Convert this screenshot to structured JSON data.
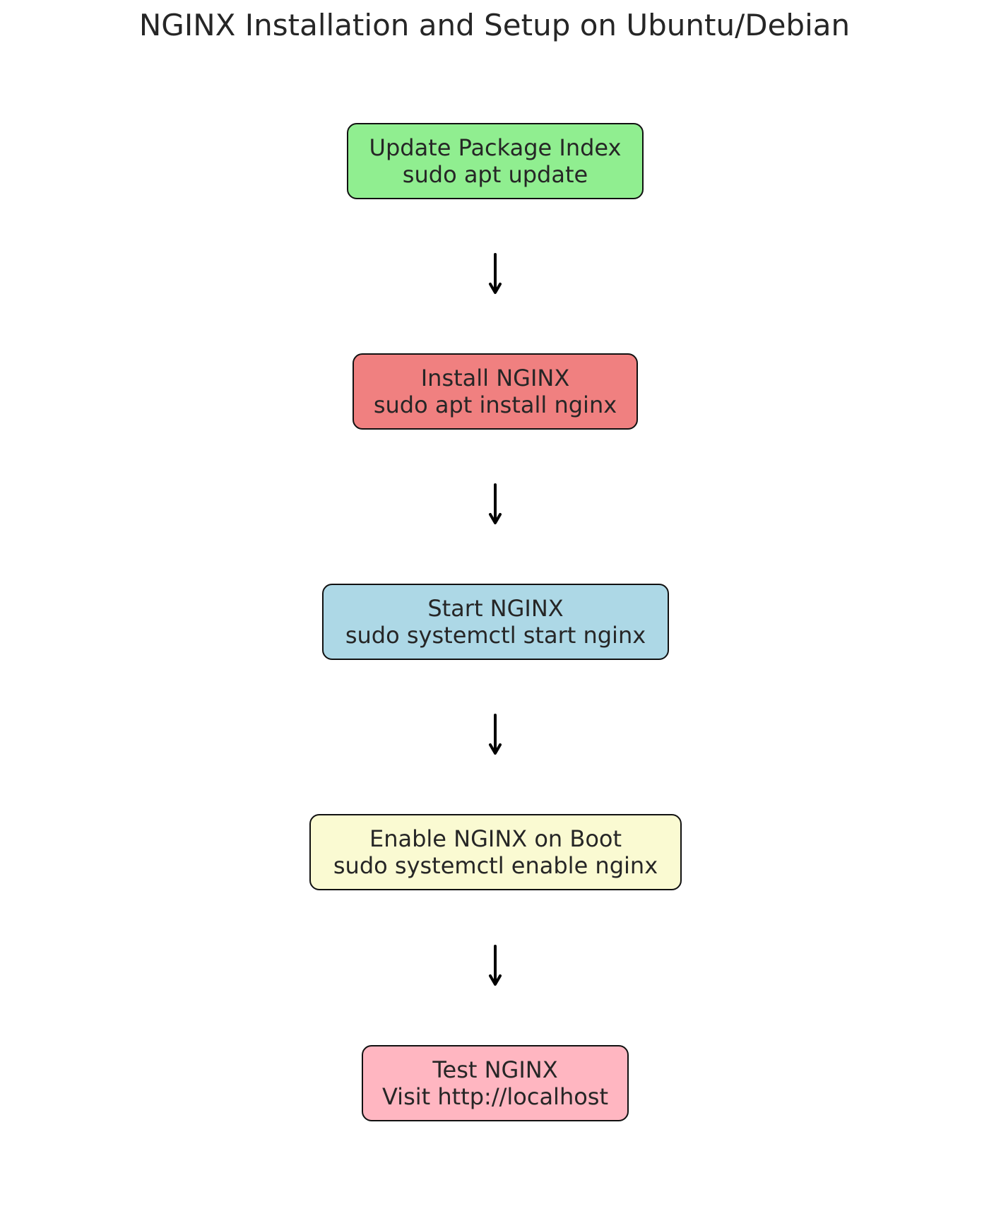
{
  "title": "NGINX Installation and Setup on Ubuntu/Debian",
  "steps": [
    {
      "label": "Update Package Index",
      "command": "sudo apt update",
      "color": "#90ee90"
    },
    {
      "label": "Install NGINX",
      "command": "sudo apt install nginx",
      "color": "#f08080"
    },
    {
      "label": "Start NGINX",
      "command": "sudo systemctl start nginx",
      "color": "#add8e6"
    },
    {
      "label": "Enable NGINX on Boot",
      "command": "sudo systemctl enable nginx",
      "color": "#fafad2"
    },
    {
      "label": "Test NGINX",
      "command": "Visit http://localhost",
      "color": "#ffb6c1"
    }
  ],
  "arrow_color": "#000000"
}
